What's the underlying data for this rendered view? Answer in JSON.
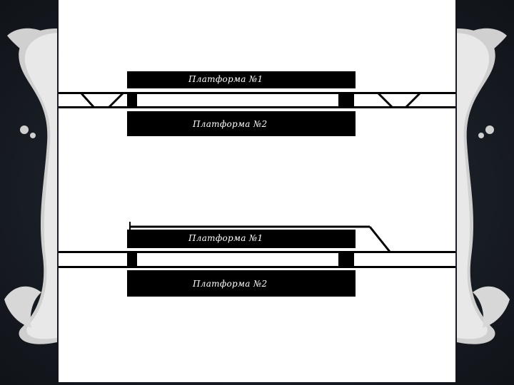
{
  "diagram_top": {
    "platform_1_label": "Платформа №1",
    "platform_2_label": "Платформа №2"
  },
  "diagram_bottom": {
    "platform_1_label": "Платформа №1",
    "platform_2_label": "Платформа №2"
  },
  "colors": {
    "background_dark": "#161a21",
    "slide": "#ffffff",
    "platform": "#000000",
    "track": "#000000",
    "ornament": "#d9d9d9"
  }
}
